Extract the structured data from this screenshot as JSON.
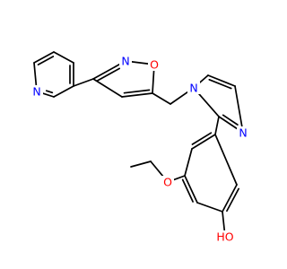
{
  "colors": {
    "bond": "#000000",
    "nitrogen": "#0000ff",
    "oxygen": "#ff0000",
    "background": "#ffffff"
  },
  "atoms": {
    "n_pyridine": "N",
    "n_isoxazole": "N",
    "o_isoxazole": "O",
    "n_imidazole_1": "N",
    "n_imidazole_3": "N",
    "o_ethoxy": "O",
    "hydroxyl": "HO"
  }
}
